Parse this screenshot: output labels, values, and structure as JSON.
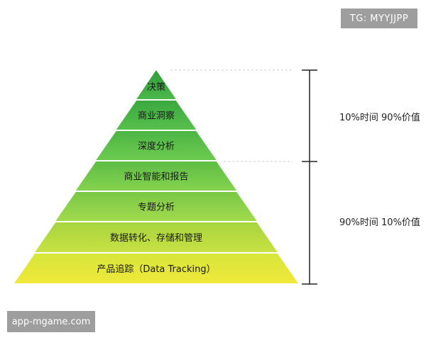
{
  "watermarks": {
    "top_right": "TG: MYYJJPP",
    "bottom_left": "app-mgame.com"
  },
  "pyramid": {
    "layers": [
      {
        "label": "决策",
        "color_top": "#2e9e3a",
        "color_bottom": "#4bb84a"
      },
      {
        "label": "商业洞察",
        "color_top": "#3aa83f",
        "color_bottom": "#58c04c"
      },
      {
        "label": "深度分析",
        "color_top": "#4bb545",
        "color_bottom": "#6ccb4e"
      },
      {
        "label": "商业智能和报告",
        "color_top": "#5cbd45",
        "color_bottom": "#86d24e"
      },
      {
        "label": "专题分析",
        "color_top": "#7ac746",
        "color_bottom": "#a2da4e"
      },
      {
        "label": "数据转化、存储和管理",
        "color_top": "#a6d43f",
        "color_bottom": "#c8e142"
      },
      {
        "label": "产品追踪（Data Tracking）",
        "color_top": "#d6e63a",
        "color_bottom": "#f0e83a"
      }
    ]
  },
  "brackets": {
    "upper": {
      "text": "10%时间   90%价值"
    },
    "lower": {
      "text": "90%时间   10%价值"
    }
  }
}
